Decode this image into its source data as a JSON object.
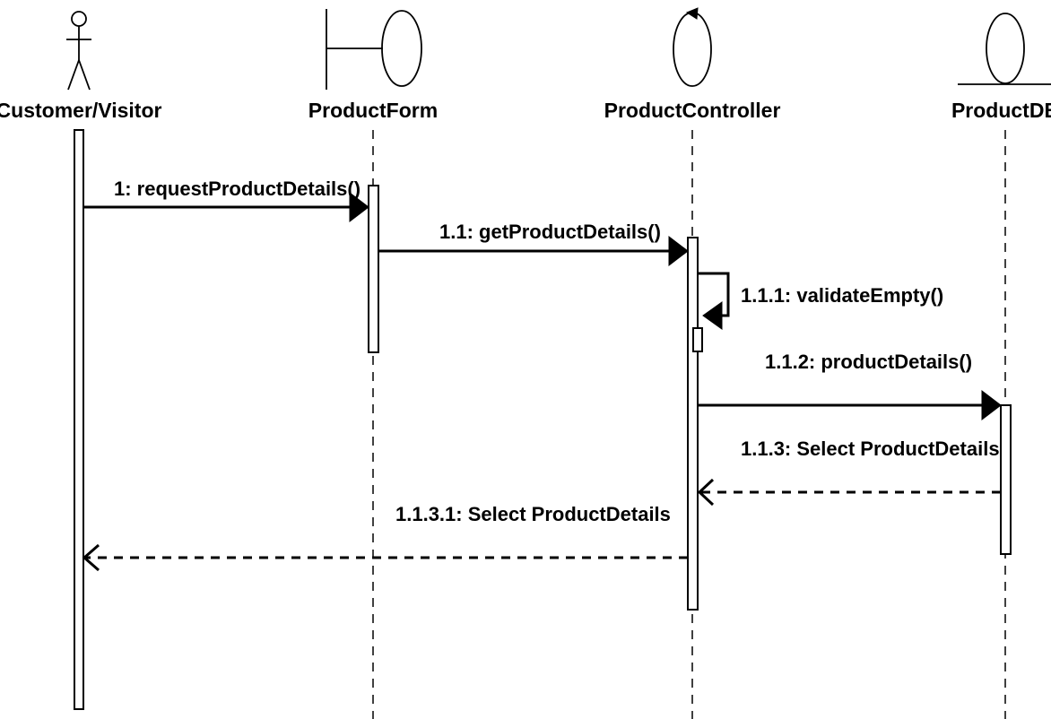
{
  "participants": [
    {
      "id": "customer",
      "name": "Customer/Visitor",
      "kind": "actor"
    },
    {
      "id": "form",
      "name": "ProductForm",
      "kind": "boundary"
    },
    {
      "id": "controller",
      "name": "ProductController",
      "kind": "control"
    },
    {
      "id": "db",
      "name": "ProductDB",
      "kind": "entity"
    }
  ],
  "messages": [
    {
      "label": "1: requestProductDetails()",
      "from": "customer",
      "to": "form",
      "style": "sync"
    },
    {
      "label": "1.1: getProductDetails()",
      "from": "form",
      "to": "controller",
      "style": "sync"
    },
    {
      "label": "1.1.1: validateEmpty()",
      "from": "controller",
      "to": "controller",
      "style": "self"
    },
    {
      "label": "1.1.2: productDetails()",
      "from": "controller",
      "to": "db",
      "style": "sync"
    },
    {
      "label": "1.1.3: Select ProductDetails",
      "from": "db",
      "to": "controller",
      "style": "return"
    },
    {
      "label": "1.1.3.1: Select ProductDetails",
      "from": "controller",
      "to": "customer",
      "style": "return"
    }
  ]
}
